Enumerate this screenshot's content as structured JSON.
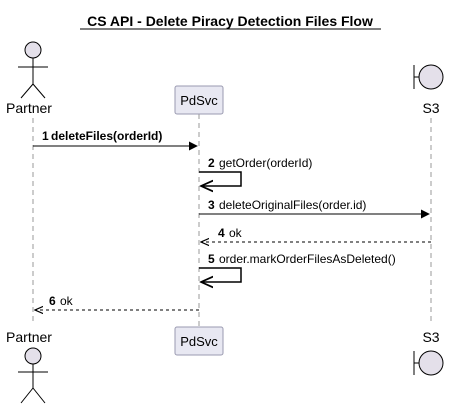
{
  "diagram": {
    "title": "CS API - Delete Piracy Detection Files Flow",
    "colors": {
      "line": "#000000",
      "lifeline": "#999999",
      "participant_fill": "#e8e8f2",
      "participant_stroke": "#9a9ab0",
      "actor_fill": "#e4e0ea",
      "highlight": "#e8141e"
    },
    "participants": [
      {
        "id": "partner",
        "kind": "actor-icon",
        "label": "Partner"
      },
      {
        "id": "pdsvc",
        "kind": "participant-box",
        "label": "PdSvc"
      },
      {
        "id": "s3",
        "kind": "boundary-icon",
        "label": "S3"
      }
    ],
    "messages": [
      {
        "num": "1",
        "text": "deleteFiles(orderId)",
        "from": "partner",
        "to": "pdsvc",
        "style": "solid",
        "highlight": true
      },
      {
        "num": "2",
        "text": "getOrder(orderId)",
        "from": "pdsvc",
        "to": "pdsvc",
        "style": "self",
        "highlight": false
      },
      {
        "num": "3",
        "text": "deleteOriginalFiles(order.id)",
        "from": "pdsvc",
        "to": "s3",
        "style": "solid",
        "highlight": false
      },
      {
        "num": "4",
        "text": "ok",
        "from": "s3",
        "to": "pdsvc",
        "style": "dashed",
        "highlight": false
      },
      {
        "num": "5",
        "text": "order.markOrderFilesAsDeleted()",
        "from": "pdsvc",
        "to": "pdsvc",
        "style": "self",
        "highlight": false
      },
      {
        "num": "6",
        "text": "ok",
        "from": "pdsvc",
        "to": "partner",
        "style": "dashed",
        "highlight": false
      }
    ]
  }
}
